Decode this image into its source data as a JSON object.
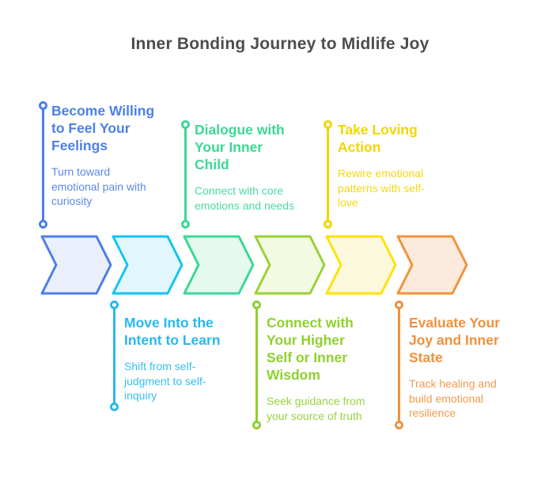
{
  "title": "Inner Bonding Journey to Midlife Joy",
  "title_color": "#4d4d4d",
  "background": "#ffffff",
  "steps": [
    {
      "name": "become-willing-to-feel-your-feelings",
      "label_position": "above",
      "title": "Become Willing to Feel Your Feelings",
      "title_lines": [
        "Become Willing",
        "to Feel Your",
        "Feelings"
      ],
      "subtitle": "Turn toward emotional pain with curiosity",
      "subtitle_lines": [
        "Turn toward",
        "emotional pain with",
        "curiosity"
      ],
      "accent": "#4c7fe8",
      "chevron_stroke": "#4c7fe8",
      "chevron_fill": "#ebeffb"
    },
    {
      "name": "move-into-the-intent-to-learn",
      "label_position": "below",
      "title": "Move Into the Intent to Learn",
      "title_lines": [
        "Move Into the",
        "Intent to Learn"
      ],
      "subtitle": "Shift from self-judgment to self-inquiry",
      "subtitle_lines": [
        "Shift from self-",
        "judgment to self-",
        "inquiry"
      ],
      "accent": "#26b9f2",
      "chevron_stroke": "#12c4f4",
      "chevron_fill": "#e1f6fd"
    },
    {
      "name": "dialogue-with-your-inner-child",
      "label_position": "above",
      "title": "Dialogue with Your Inner Child",
      "title_lines": [
        "Dialogue with",
        "Your Inner",
        "Child"
      ],
      "subtitle": "Connect with core emotions and needs",
      "subtitle_lines": [
        "Connect with core",
        "emotions and needs"
      ],
      "accent": "#3cd795",
      "chevron_stroke": "#3cd795",
      "chevron_fill": "#e4f9ef"
    },
    {
      "name": "connect-with-your-higher-self-or-inner-wisdom",
      "label_position": "below",
      "title": "Connect with Your Higher Self or Inner Wisdom",
      "title_lines": [
        "Connect with",
        "Your Higher",
        "Self or Inner",
        "Wisdom"
      ],
      "subtitle": "Seek guidance from your source of truth",
      "subtitle_lines": [
        "Seek guidance from",
        "your source of truth"
      ],
      "accent": "#8fd02e",
      "chevron_stroke": "#9ad135",
      "chevron_fill": "#f3fae2"
    },
    {
      "name": "take-loving-action",
      "label_position": "above",
      "title": "Take Loving Action",
      "title_lines": [
        "Take Loving",
        "Action"
      ],
      "subtitle": "Rewire emotional patterns with self-love",
      "subtitle_lines": [
        "Rewire emotional",
        "patterns with self-",
        "love"
      ],
      "accent": "#f2d600",
      "chevron_stroke": "#ffe100",
      "chevron_fill": "#fcf8dc"
    },
    {
      "name": "evaluate-your-joy-and-inner-state",
      "label_position": "below",
      "title": "Evaluate Your Joy and Inner State",
      "title_lines": [
        "Evaluate Your",
        "Joy and Inner",
        "State"
      ],
      "subtitle": "Track healing and build emotional resilience",
      "subtitle_lines": [
        "Track healing and",
        "build emotional",
        "resilience"
      ],
      "accent": "#f0913d",
      "chevron_stroke": "#f0933e",
      "chevron_fill": "#fcebdd"
    }
  ]
}
